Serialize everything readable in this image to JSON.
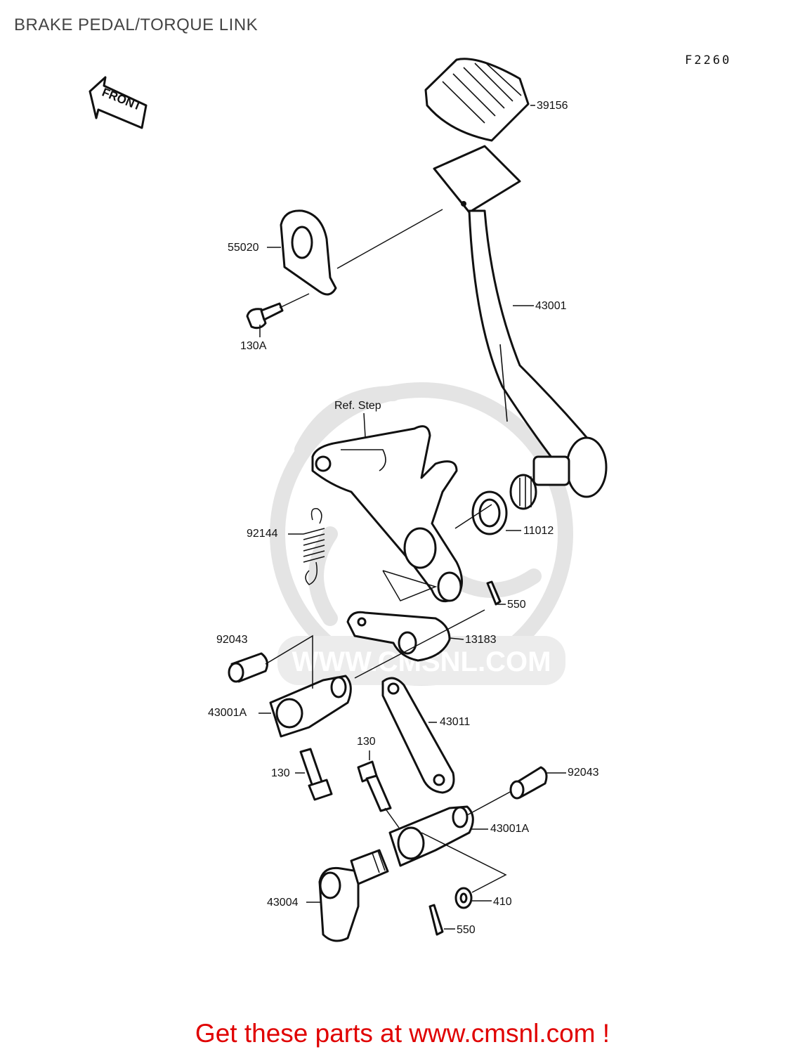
{
  "title": "BRAKE PEDAL/TORQUE LINK",
  "figure_code": "F2260",
  "front_label": "FRONT",
  "ref_label": "Ref. Step",
  "watermark_text": "WWW.CMSNL.COM",
  "footer_text": "Get these parts at www.cmsnl.com !",
  "colors": {
    "footer": "#e00000",
    "lines": "#111111",
    "watermark": "#e4e4e4"
  },
  "parts": [
    {
      "number": "39156"
    },
    {
      "number": "55020"
    },
    {
      "number": "43001"
    },
    {
      "number": "130A"
    },
    {
      "number": "11012"
    },
    {
      "number": "92144"
    },
    {
      "number": "550"
    },
    {
      "number": "92043"
    },
    {
      "number": "13183"
    },
    {
      "number": "43001A"
    },
    {
      "number": "43011"
    },
    {
      "number": "130"
    },
    {
      "number": "130"
    },
    {
      "number": "92043"
    },
    {
      "number": "43001A"
    },
    {
      "number": "43004"
    },
    {
      "number": "410"
    },
    {
      "number": "550"
    }
  ]
}
